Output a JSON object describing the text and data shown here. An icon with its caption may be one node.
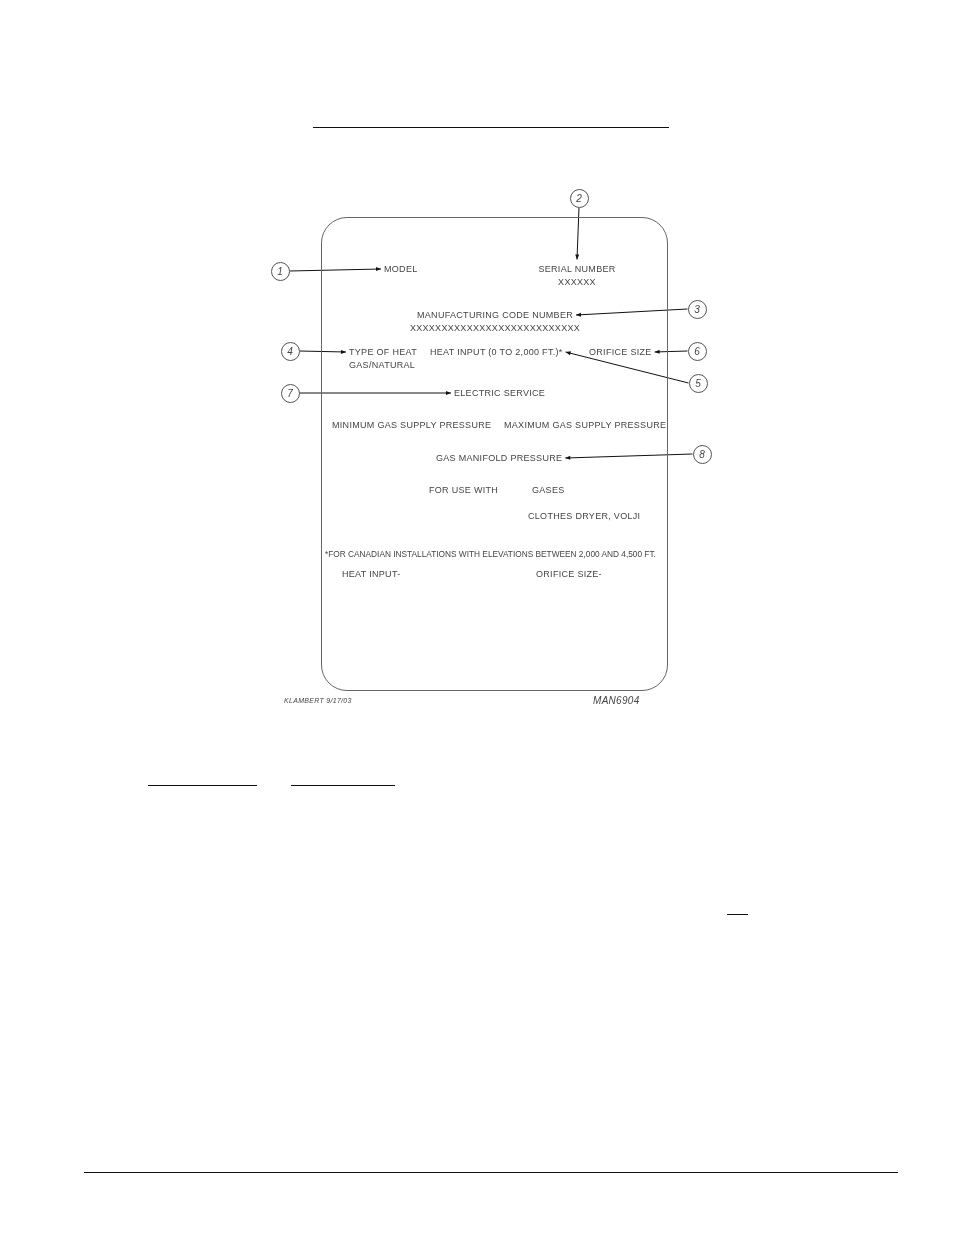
{
  "diagram": {
    "nodes": [
      {
        "text": [],
        "shape": "box"
      },
      {
        "text": [
          "2"
        ]
      },
      {
        "text": [
          "1"
        ]
      },
      {
        "text": [
          "MODEL"
        ],
        "in": 0
      },
      {
        "text": [
          "SERIAL NUMBER",
          "XXXXXX"
        ],
        "in": 0
      },
      {
        "text": [
          "MANUFACTURING CODE NUMBER",
          "XXXXXXXXXXXXXXXXXXXXXXXXXXX"
        ],
        "in": 0
      },
      {
        "text": [
          "3"
        ]
      },
      {
        "text": [
          "4"
        ]
      },
      {
        "text": [
          "TYPE OF HEAT",
          "GAS/NATURAL"
        ],
        "in": 0
      },
      {
        "text": [
          "HEAT INPUT (0 TO 2,000 FT.)*"
        ],
        "in": 0
      },
      {
        "text": [
          "ORIFICE SIZE"
        ],
        "in": 0
      },
      {
        "text": [
          "6"
        ]
      },
      {
        "text": [
          "5"
        ]
      },
      {
        "text": [
          "7"
        ]
      },
      {
        "text": [
          "ELECTRIC SERVICE"
        ],
        "in": 0
      },
      {
        "text": [
          "GAS MANIFOLD PRESSURE"
        ],
        "in": 0
      },
      {
        "text": [
          "8"
        ]
      }
    ],
    "edges": [
      {
        "from": 1,
        "to": 4,
        "arrow": "to"
      },
      {
        "from": 2,
        "to": 3,
        "arrow": "to"
      },
      {
        "from": 6,
        "to": 5,
        "arrow": "to"
      },
      {
        "from": 7,
        "to": 8,
        "arrow": "to"
      },
      {
        "from": 12,
        "to": 9,
        "arrow": "to"
      },
      {
        "from": 11,
        "to": 10,
        "arrow": "to"
      },
      {
        "from": 13,
        "to": 14,
        "arrow": "to"
      },
      {
        "from": 16,
        "to": 15,
        "arrow": "to"
      }
    ],
    "labels": [
      "MINIMUM GAS SUPPLY PRESSURE",
      "MAXIMUM GAS SUPPLY PRESSURE",
      "FOR USE WITH",
      "GASES",
      "CLOTHES DRYER, VOLJI",
      "*FOR CANADIAN INSTALLATIONS WITH ELEVATIONS BETWEEN 2,000 AND 4,500 FT.",
      "HEAT INPUT-",
      "ORIFICE SIZE-",
      "KLAMBERT 9/17/03",
      "MAN6904"
    ]
  }
}
